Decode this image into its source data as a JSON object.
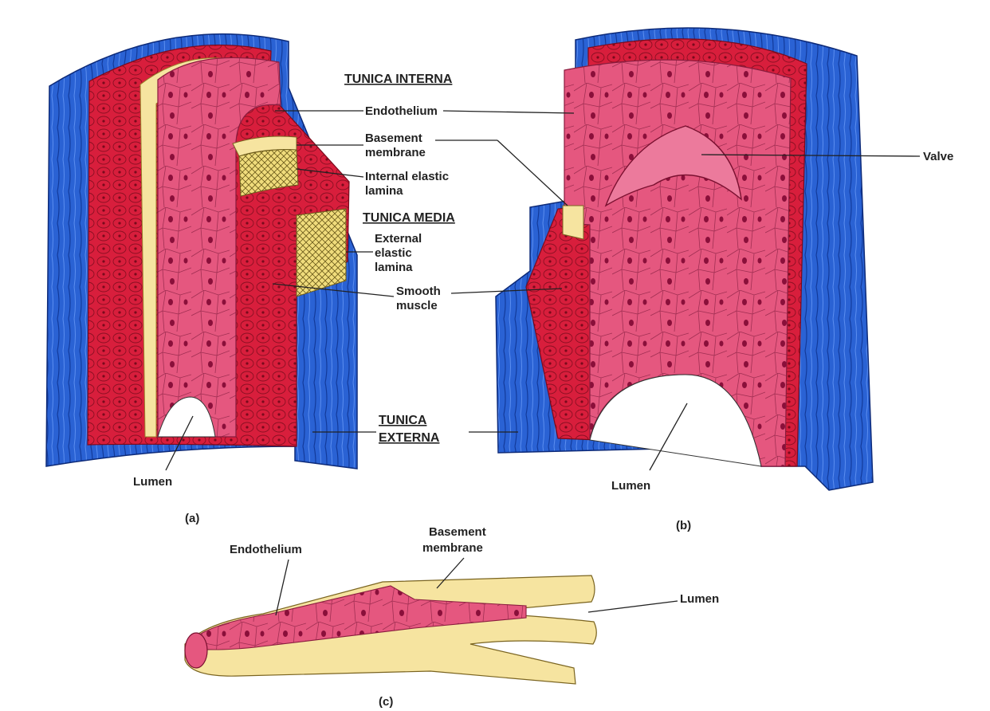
{
  "headings": {
    "tunica_interna": "TUNICA INTERNA",
    "tunica_media": "TUNICA MEDIA",
    "tunica_externa_1": "TUNICA",
    "tunica_externa_2": "EXTERNA"
  },
  "labels": {
    "endothelium": "Endothelium",
    "basement_1": "Basement",
    "basement_2": "membrane",
    "internal_1": "Internal elastic",
    "internal_2": "lamina",
    "external_1": "External",
    "external_2": "elastic",
    "external_3": "lamina",
    "smooth_1": "Smooth",
    "smooth_2": "muscle",
    "valve": "Valve",
    "lumen_a": "Lumen",
    "lumen_b": "Lumen",
    "endothelium_c": "Endothelium",
    "basement_c_1": "Basement",
    "basement_c_2": "membrane",
    "lumen_c": "Lumen"
  },
  "panels": {
    "a": "(a)",
    "b": "(b)",
    "c": "(c)"
  },
  "colors": {
    "externa_blue": "#2a62d4",
    "media_red": "#d81e3c",
    "interna_pink": "#e5577f",
    "basement_yellow": "#f6e4a0",
    "elastic_yellow": "#f0dc7c",
    "line": "#222222"
  }
}
